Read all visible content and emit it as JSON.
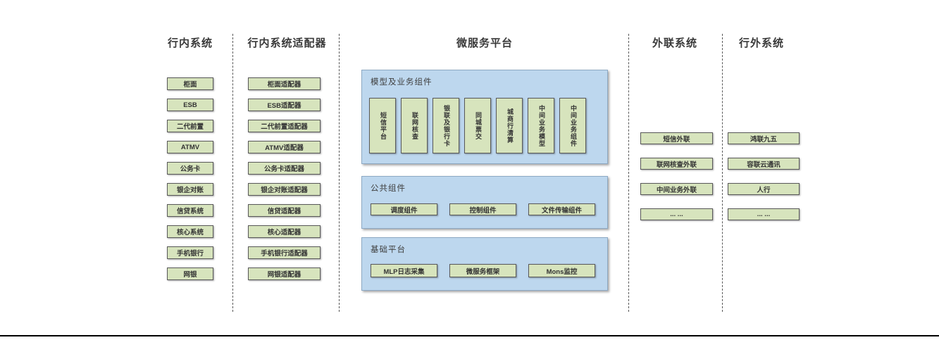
{
  "diagram": {
    "headers": {
      "internal": "行内系统",
      "adapters": "行内系统适配器",
      "platform": "微服务平台",
      "external_link": "外联系统",
      "outside": "行外系统"
    },
    "internal_systems": [
      "柜面",
      "ESB",
      "二代前置",
      "ATMV",
      "公务卡",
      "银企对账",
      "信贷系统",
      "核心系统",
      "手机银行",
      "网银"
    ],
    "adapter_systems": [
      "柜面适配器",
      "ESB适配器",
      "二代前置适配器",
      "ATMV适配器",
      "公务卡适配器",
      "银企对账适配器",
      "信贷适配器",
      "核心适配器",
      "手机银行适配器",
      "网银适配器"
    ],
    "platform": {
      "sections": [
        {
          "label": "模型及业务组件",
          "items": [
            "短信平台",
            "联网核查",
            "银联及银行卡",
            "同城票交",
            "城商行清算",
            "中间业务模型",
            "中间业务组件"
          ]
        },
        {
          "label": "公共组件",
          "items": [
            "调度组件",
            "控制组件",
            "文件传输组件"
          ]
        },
        {
          "label": "基础平台",
          "items": [
            "MLP日志采集",
            "微服务框架",
            "Mons监控"
          ]
        }
      ]
    },
    "external_link_systems": [
      "短信外联",
      "联网核查外联",
      "中间业务外联",
      "... ..."
    ],
    "outside_systems": [
      "鸿联九五",
      "容联云通讯",
      "人行",
      "... ..."
    ],
    "colors": {
      "green_box_fill": "#d7e4bd",
      "green_box_border": "#595959",
      "panel_fill": "#bdd7ee",
      "panel_border": "#8da9c4",
      "divider": "#595959",
      "text": "#404040"
    }
  }
}
